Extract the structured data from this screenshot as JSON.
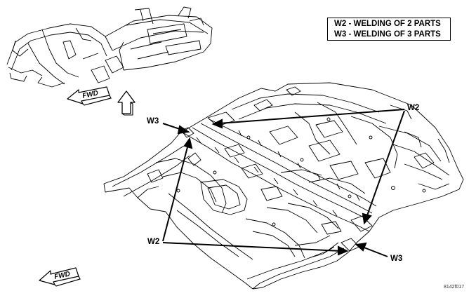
{
  "legend": {
    "w2": "W2 - WELDING OF 2 PARTS",
    "w3": "W3 - WELDING OF 3 PARTS"
  },
  "callouts": {
    "w3_top": "W3",
    "w2_right": "W2",
    "w2_left": "W2",
    "w3_bottom": "W3"
  },
  "fwd_top": "FWD",
  "fwd_bottom": "FWD",
  "figure_number": "8142f017",
  "colors": {
    "line": "#000000",
    "fill": "#ffffff"
  }
}
